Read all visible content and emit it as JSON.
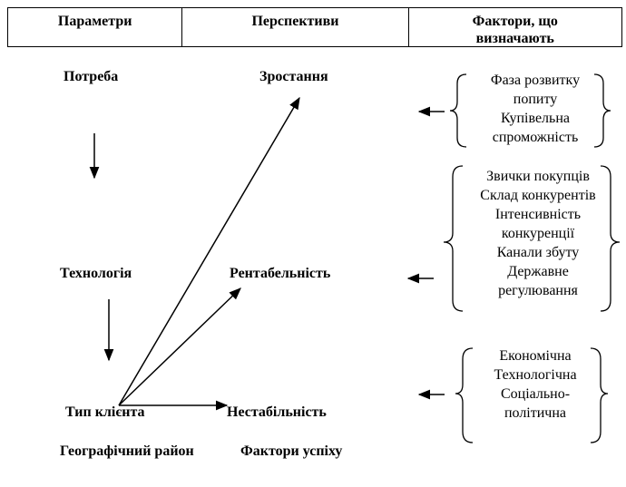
{
  "header": {
    "col1": "Параметри",
    "col2": "Перспективи",
    "col3": "Фактори, що визначають"
  },
  "parameters": {
    "need": "Потреба",
    "technology": "Технологія",
    "client_type": "Тип клієнта",
    "geo_region": "Географічний район"
  },
  "prospects": {
    "growth": "Зростання",
    "profitability": "Рентабельність",
    "instability": "Нестабільність",
    "success_factors": "Фактори успіху"
  },
  "factors": {
    "group1": [
      "Фаза розвитку",
      "попиту",
      "Купівельна",
      "спроможність"
    ],
    "group2": [
      "Звички покупців",
      "Склад конкурентів",
      "Інтенсивність",
      "конкуренції",
      "Канали збуту",
      "Державне",
      "регулювання"
    ],
    "group3": [
      "Економічна",
      "Технологічна",
      "Соціально-",
      "політична"
    ]
  }
}
